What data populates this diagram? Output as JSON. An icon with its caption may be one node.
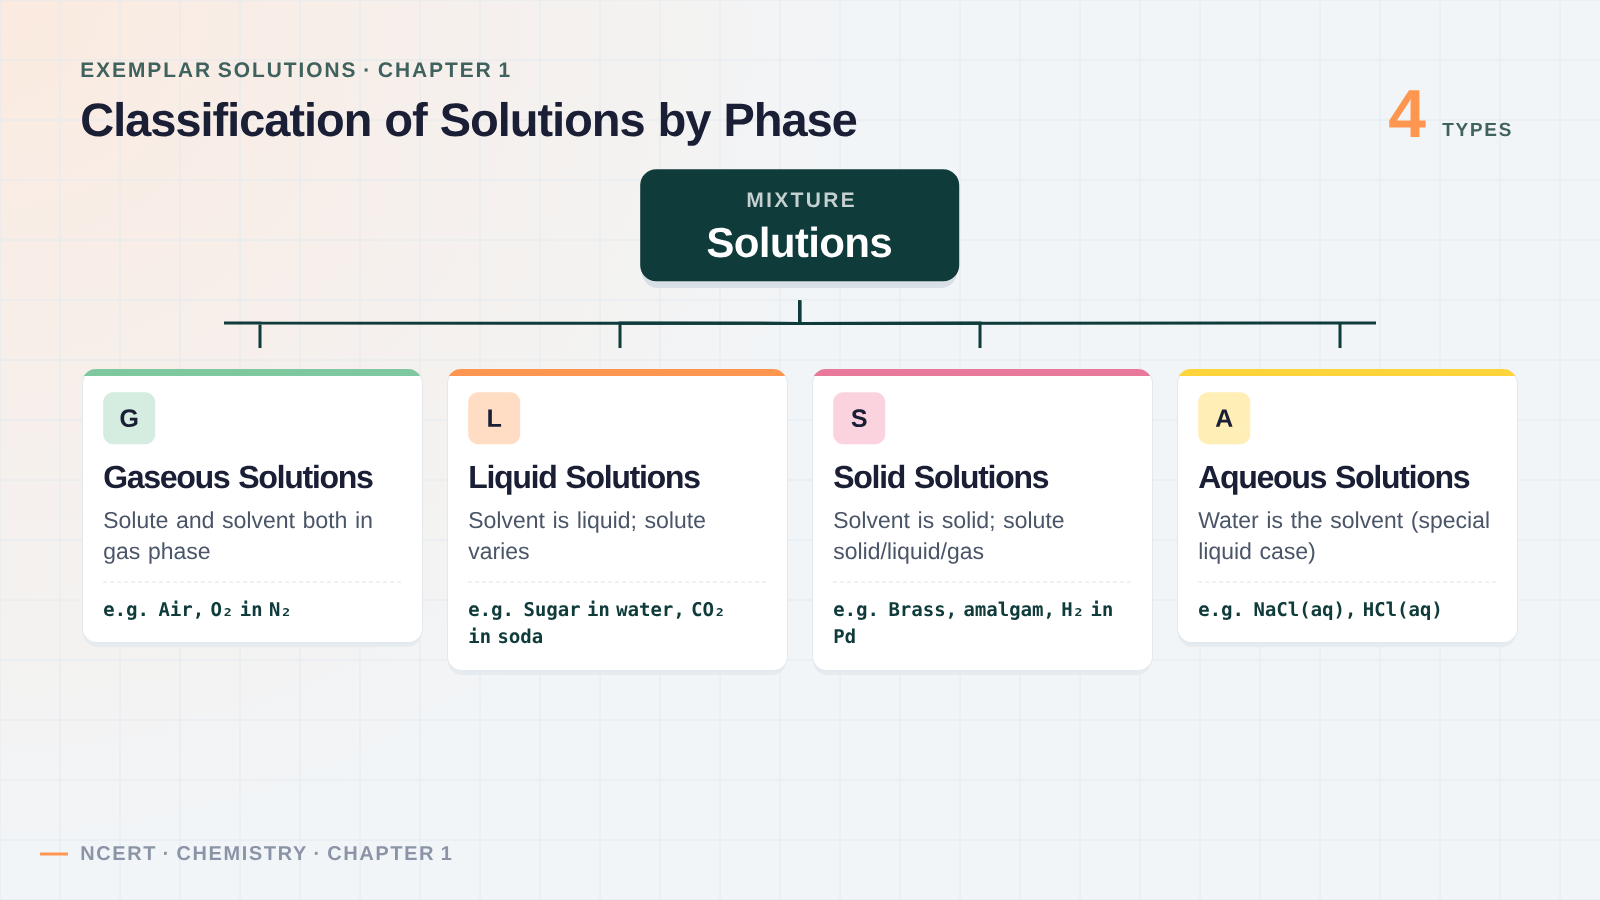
{
  "diagram": {
    "title": "Classification of Solutions by Phase",
    "nodes": [
      {
        "text": [
          "MIXTURE",
          "Solutions"
        ]
      },
      {
        "text": [
          "Gaseous Solutions",
          "Solute and solvent both in gas phase",
          "e.g. Air, O₂ in N₂"
        ]
      },
      {
        "text": [
          "G"
        ],
        "in": 1
      },
      {
        "text": [
          "Liquid Solutions",
          "Solvent is liquid; solute varies",
          "e.g. Sugar in water, CO₂ in soda"
        ]
      },
      {
        "text": [
          "L"
        ],
        "in": 3
      },
      {
        "text": [
          "Solid Solutions",
          "Solvent is solid; solute solid/liquid/gas",
          "e.g. Brass, amalgam, H₂ in Pd"
        ]
      },
      {
        "text": [
          "S"
        ],
        "in": 5
      },
      {
        "text": [
          "Aqueous Solutions",
          "Water is the solvent (special liquid case)",
          "e.g. NaCl(aq), HCl(aq)"
        ]
      },
      {
        "text": [
          "A"
        ],
        "in": 7
      }
    ],
    "edges": [
      {
        "from": 0,
        "to": 1,
        "arrow": "none"
      },
      {
        "from": 0,
        "to": 3,
        "arrow": "none"
      },
      {
        "from": 0,
        "to": 5,
        "arrow": "none"
      },
      {
        "from": 0,
        "to": 7,
        "arrow": "none"
      }
    ],
    "labels": [
      "EXEMPLAR SOLUTIONS · CHAPTER 1",
      "4",
      "TYPES",
      "NCERT · CHEMISTRY · CHAPTER 1"
    ]
  }
}
